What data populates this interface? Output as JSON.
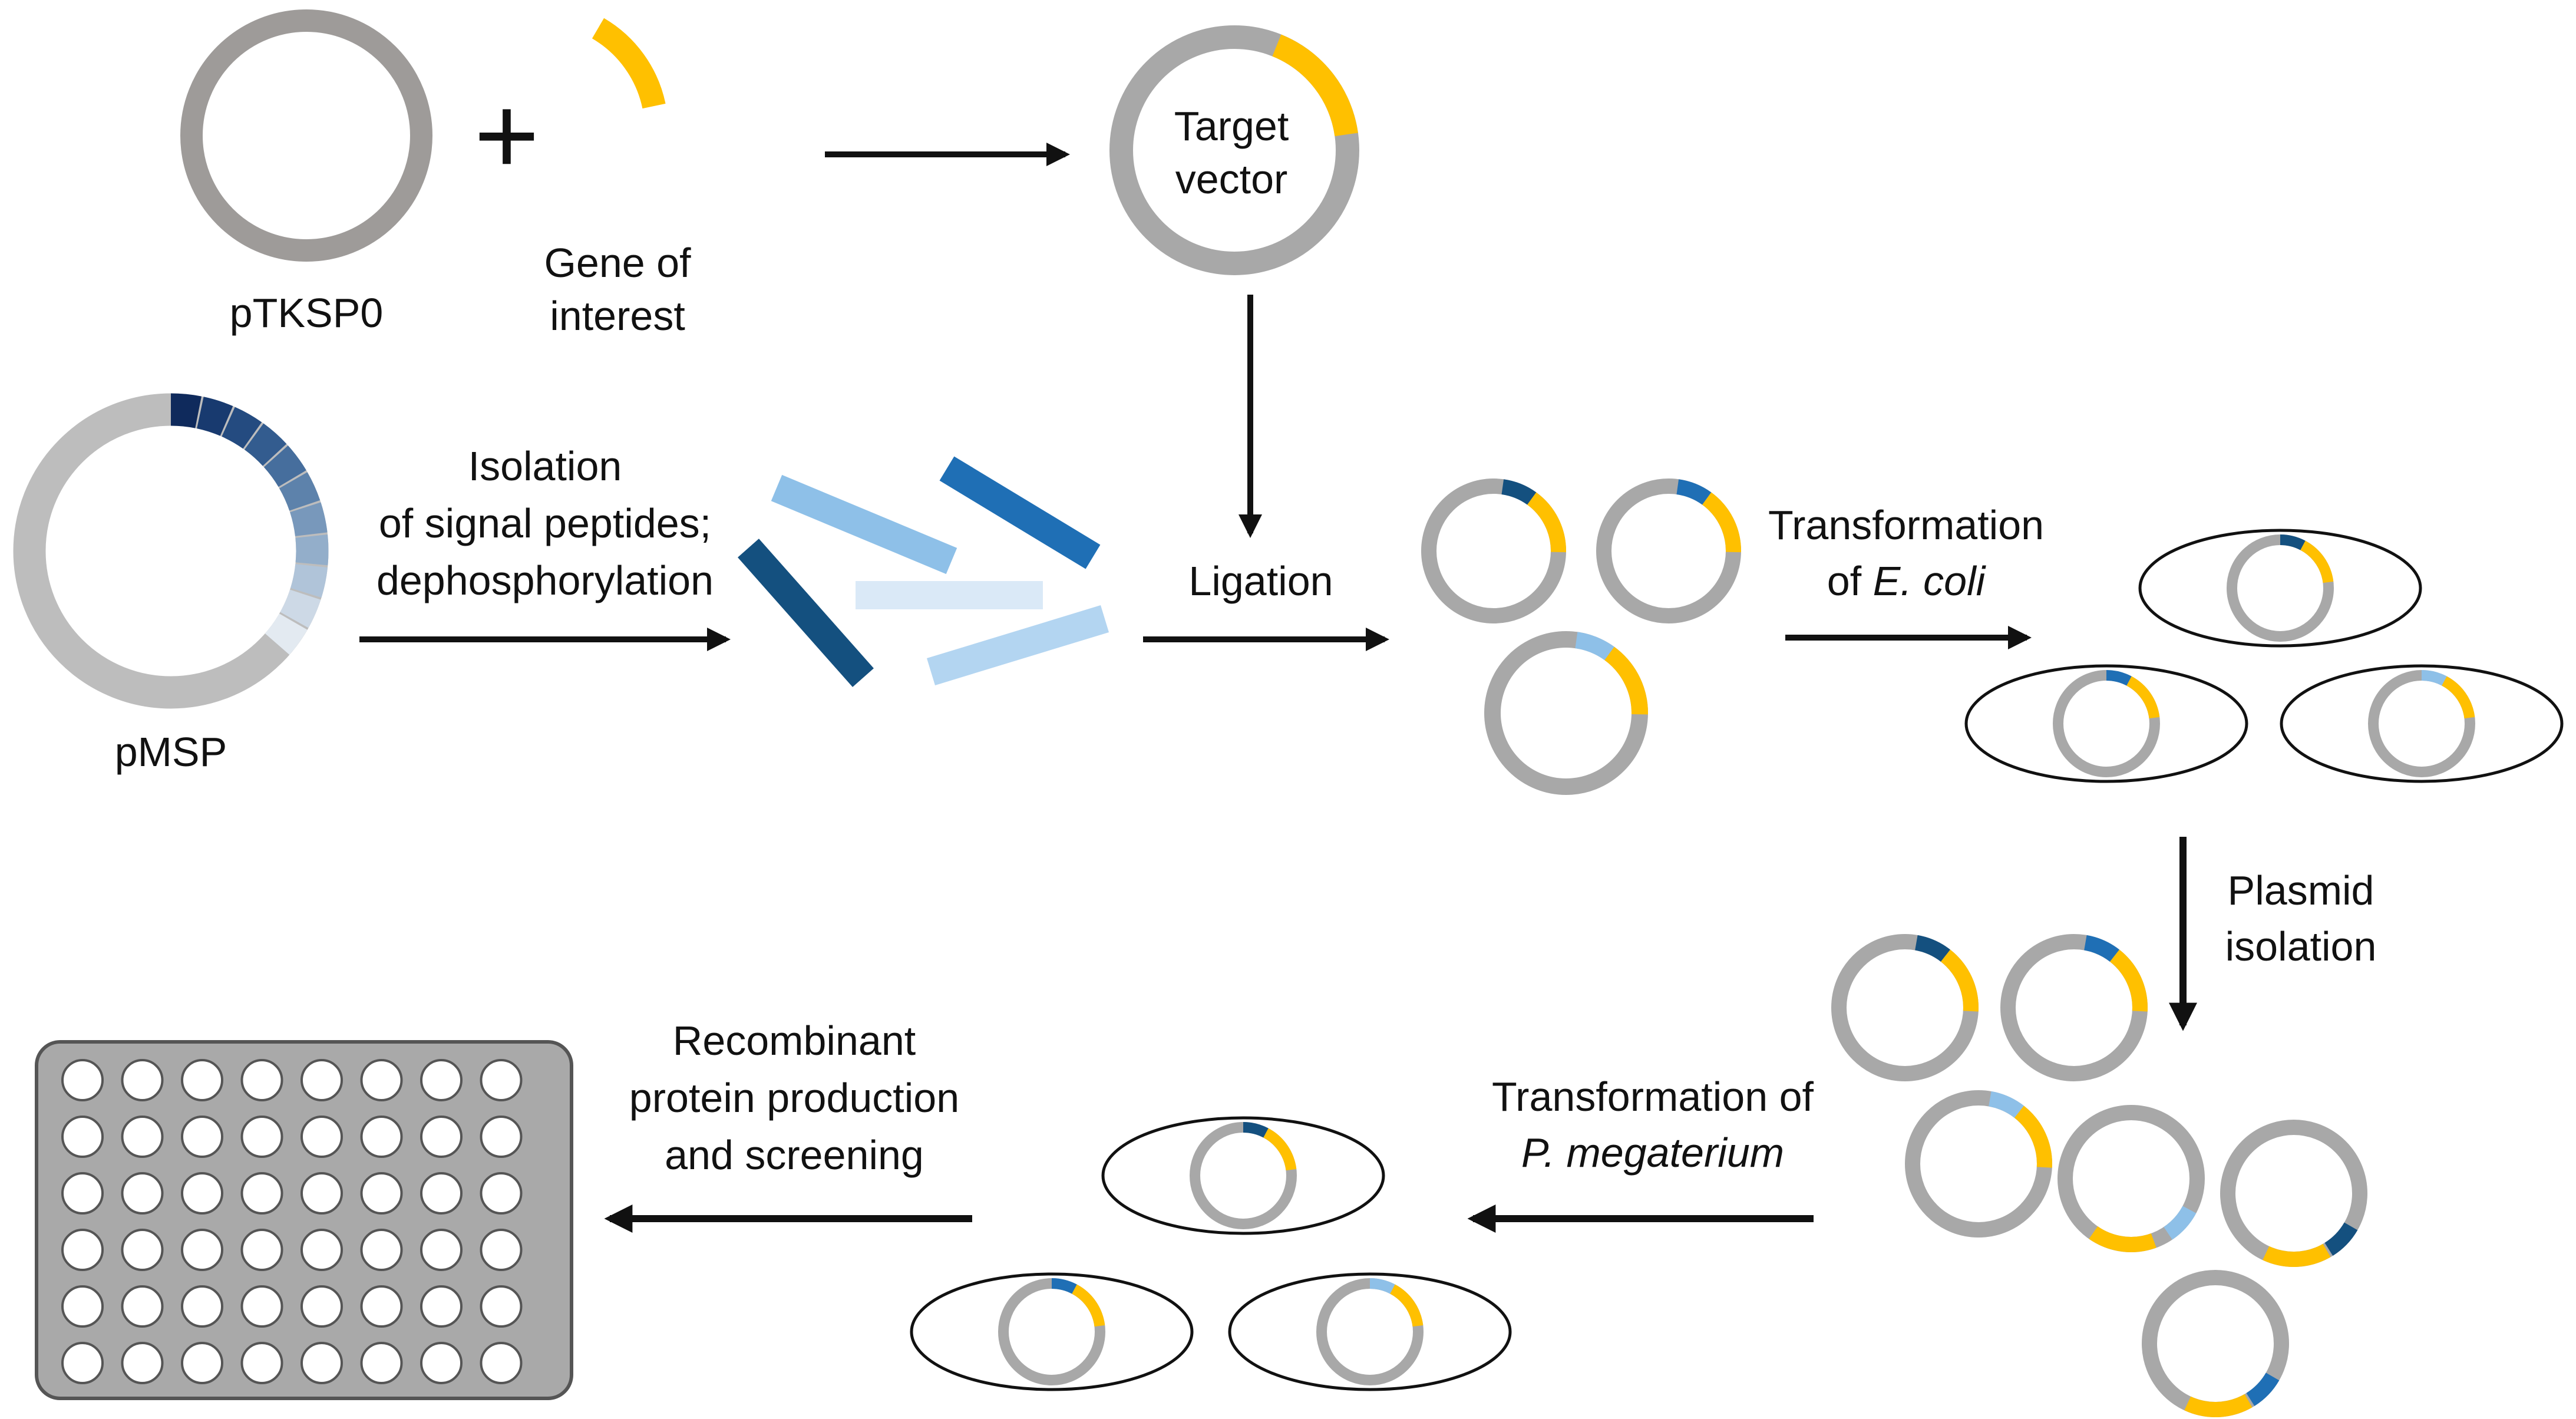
{
  "colors": {
    "vector_gray": "#a8a8a8",
    "plasmid_gray": "#bdbdbd",
    "dark_ring": "#9e9b99",
    "gene_yellow": "#ffc000",
    "navy": "#0f2a5c",
    "blue_dark": "#14507f",
    "blue_mid": "#1f6fb5",
    "blue_light": "#8ec0e8",
    "blue_pale": "#c5ddf3",
    "plate_fill": "#a9a9a9",
    "well_fill": "#ffffff"
  },
  "labels": {
    "ptksp0": "pTKSP0",
    "plus": "+",
    "gene_line1": "Gene of",
    "gene_line2": "interest",
    "target_line1": "Target",
    "target_line2": "vector",
    "pmsp": "pMSP",
    "isolation_line1": "Isolation",
    "isolation_line2": "of signal peptides;",
    "isolation_line3": "dephosphorylation",
    "ligation": "Ligation",
    "transform_ecoli_line1": "Transformation",
    "transform_ecoli_line2_prefix": "of ",
    "transform_ecoli_line2_italic": "E. coli",
    "plasmid_line1": "Plasmid",
    "plasmid_line2": "isolation",
    "transform_pmeg_line1": "Transformation of",
    "transform_pmeg_line2_italic": "P. megaterium",
    "recomb_line1": "Recombinant",
    "recomb_line2": "protein production",
    "recomb_line3": "and screening"
  },
  "plate": {
    "rows": 6,
    "columns": 8
  }
}
